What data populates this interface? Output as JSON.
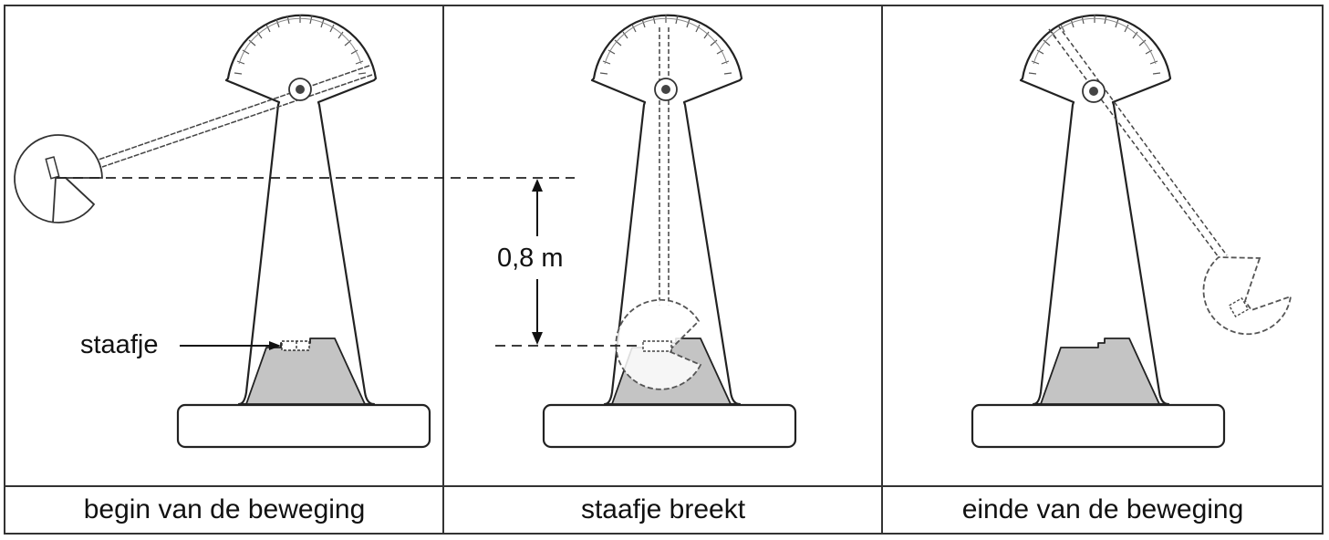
{
  "figure": {
    "panels": [
      {
        "id": "begin",
        "caption": "begin van de beweging"
      },
      {
        "id": "breaks",
        "caption": "staafje breekt"
      },
      {
        "id": "end",
        "caption": "einde van de beweging"
      }
    ],
    "annotations": {
      "rod_label": "staafje",
      "height_label": "0,8 m"
    },
    "colors": {
      "line": "#222222",
      "block_fill": "#c4c4c4",
      "border": "#333333"
    }
  }
}
